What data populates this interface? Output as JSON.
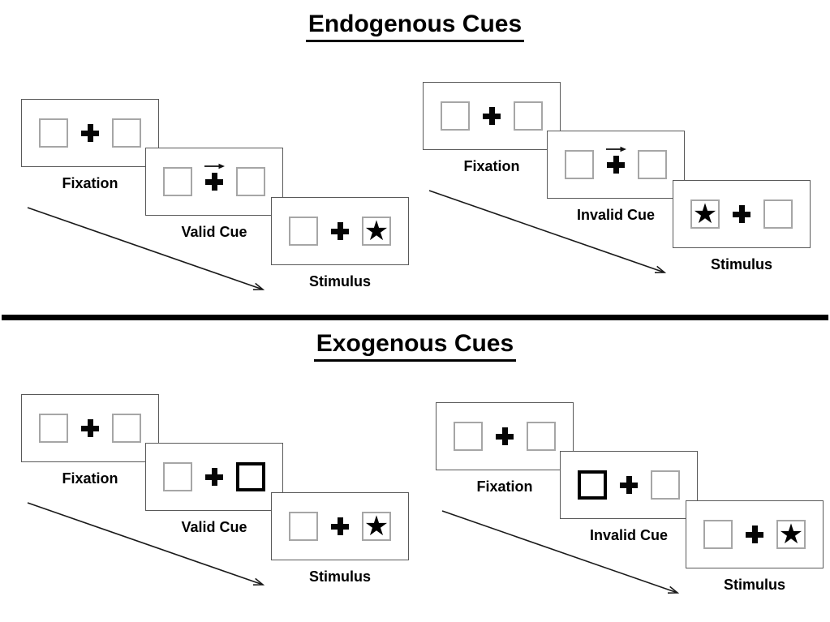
{
  "diagram": {
    "sections": [
      {
        "title": "Endogenous Cues",
        "panels": [
          {
            "name": "valid-cue-trial",
            "cards": [
              {
                "label": "Fixation",
                "type": "fixation"
              },
              {
                "label": "Valid Cue",
                "type": "cue",
                "cue_style": "central-arrow-above-fixation",
                "cue_direction": "right"
              },
              {
                "label": "Stimulus",
                "type": "stimulus",
                "star_side": "right"
              }
            ]
          },
          {
            "name": "invalid-cue-trial",
            "cards": [
              {
                "label": "Fixation",
                "type": "fixation"
              },
              {
                "label": "Invalid Cue",
                "type": "cue",
                "cue_style": "central-arrow-above-fixation",
                "cue_direction": "right"
              },
              {
                "label": "Stimulus",
                "type": "stimulus",
                "star_side": "left"
              }
            ]
          }
        ]
      },
      {
        "title": "Exogenous Cues",
        "panels": [
          {
            "name": "valid-cue-trial",
            "cards": [
              {
                "label": "Fixation",
                "type": "fixation"
              },
              {
                "label": "Valid Cue",
                "type": "cue",
                "cue_style": "peripheral-box-highlight",
                "cue_side": "right"
              },
              {
                "label": "Stimulus",
                "type": "stimulus",
                "star_side": "right"
              }
            ]
          },
          {
            "name": "invalid-cue-trial",
            "cards": [
              {
                "label": "Fixation",
                "type": "fixation"
              },
              {
                "label": "Invalid Cue",
                "type": "cue",
                "cue_style": "peripheral-box-highlight",
                "cue_side": "left"
              },
              {
                "label": "Stimulus",
                "type": "stimulus",
                "star_side": "right"
              }
            ]
          }
        ]
      }
    ]
  },
  "icons": {
    "star": "★",
    "fixation_cross": "✚",
    "cue_arrow": "→",
    "sequence_arrow": "↘ time-order arrow"
  },
  "colors": {
    "background": "#ffffff",
    "card_border": "#595959",
    "placeholder_box_border": "#a6a6a6",
    "cue_highlight_border": "#000000",
    "ink": "#000000"
  }
}
